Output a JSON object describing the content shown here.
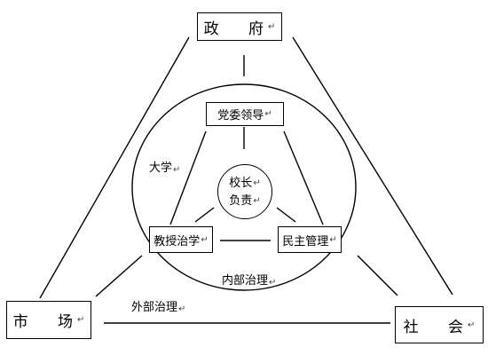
{
  "title": "",
  "nodes": {
    "government": "政  府",
    "market": "市  场",
    "society": "社  会",
    "party_leadership": "党委领导",
    "professors_governance": "教授治学",
    "democratic_management": "民主管理",
    "president_line1": "校长",
    "president_line2": "负责"
  },
  "labels": {
    "university": "大学",
    "internal_governance": "内部治理",
    "external_governance": "外部治理"
  },
  "return_mark": "↵"
}
